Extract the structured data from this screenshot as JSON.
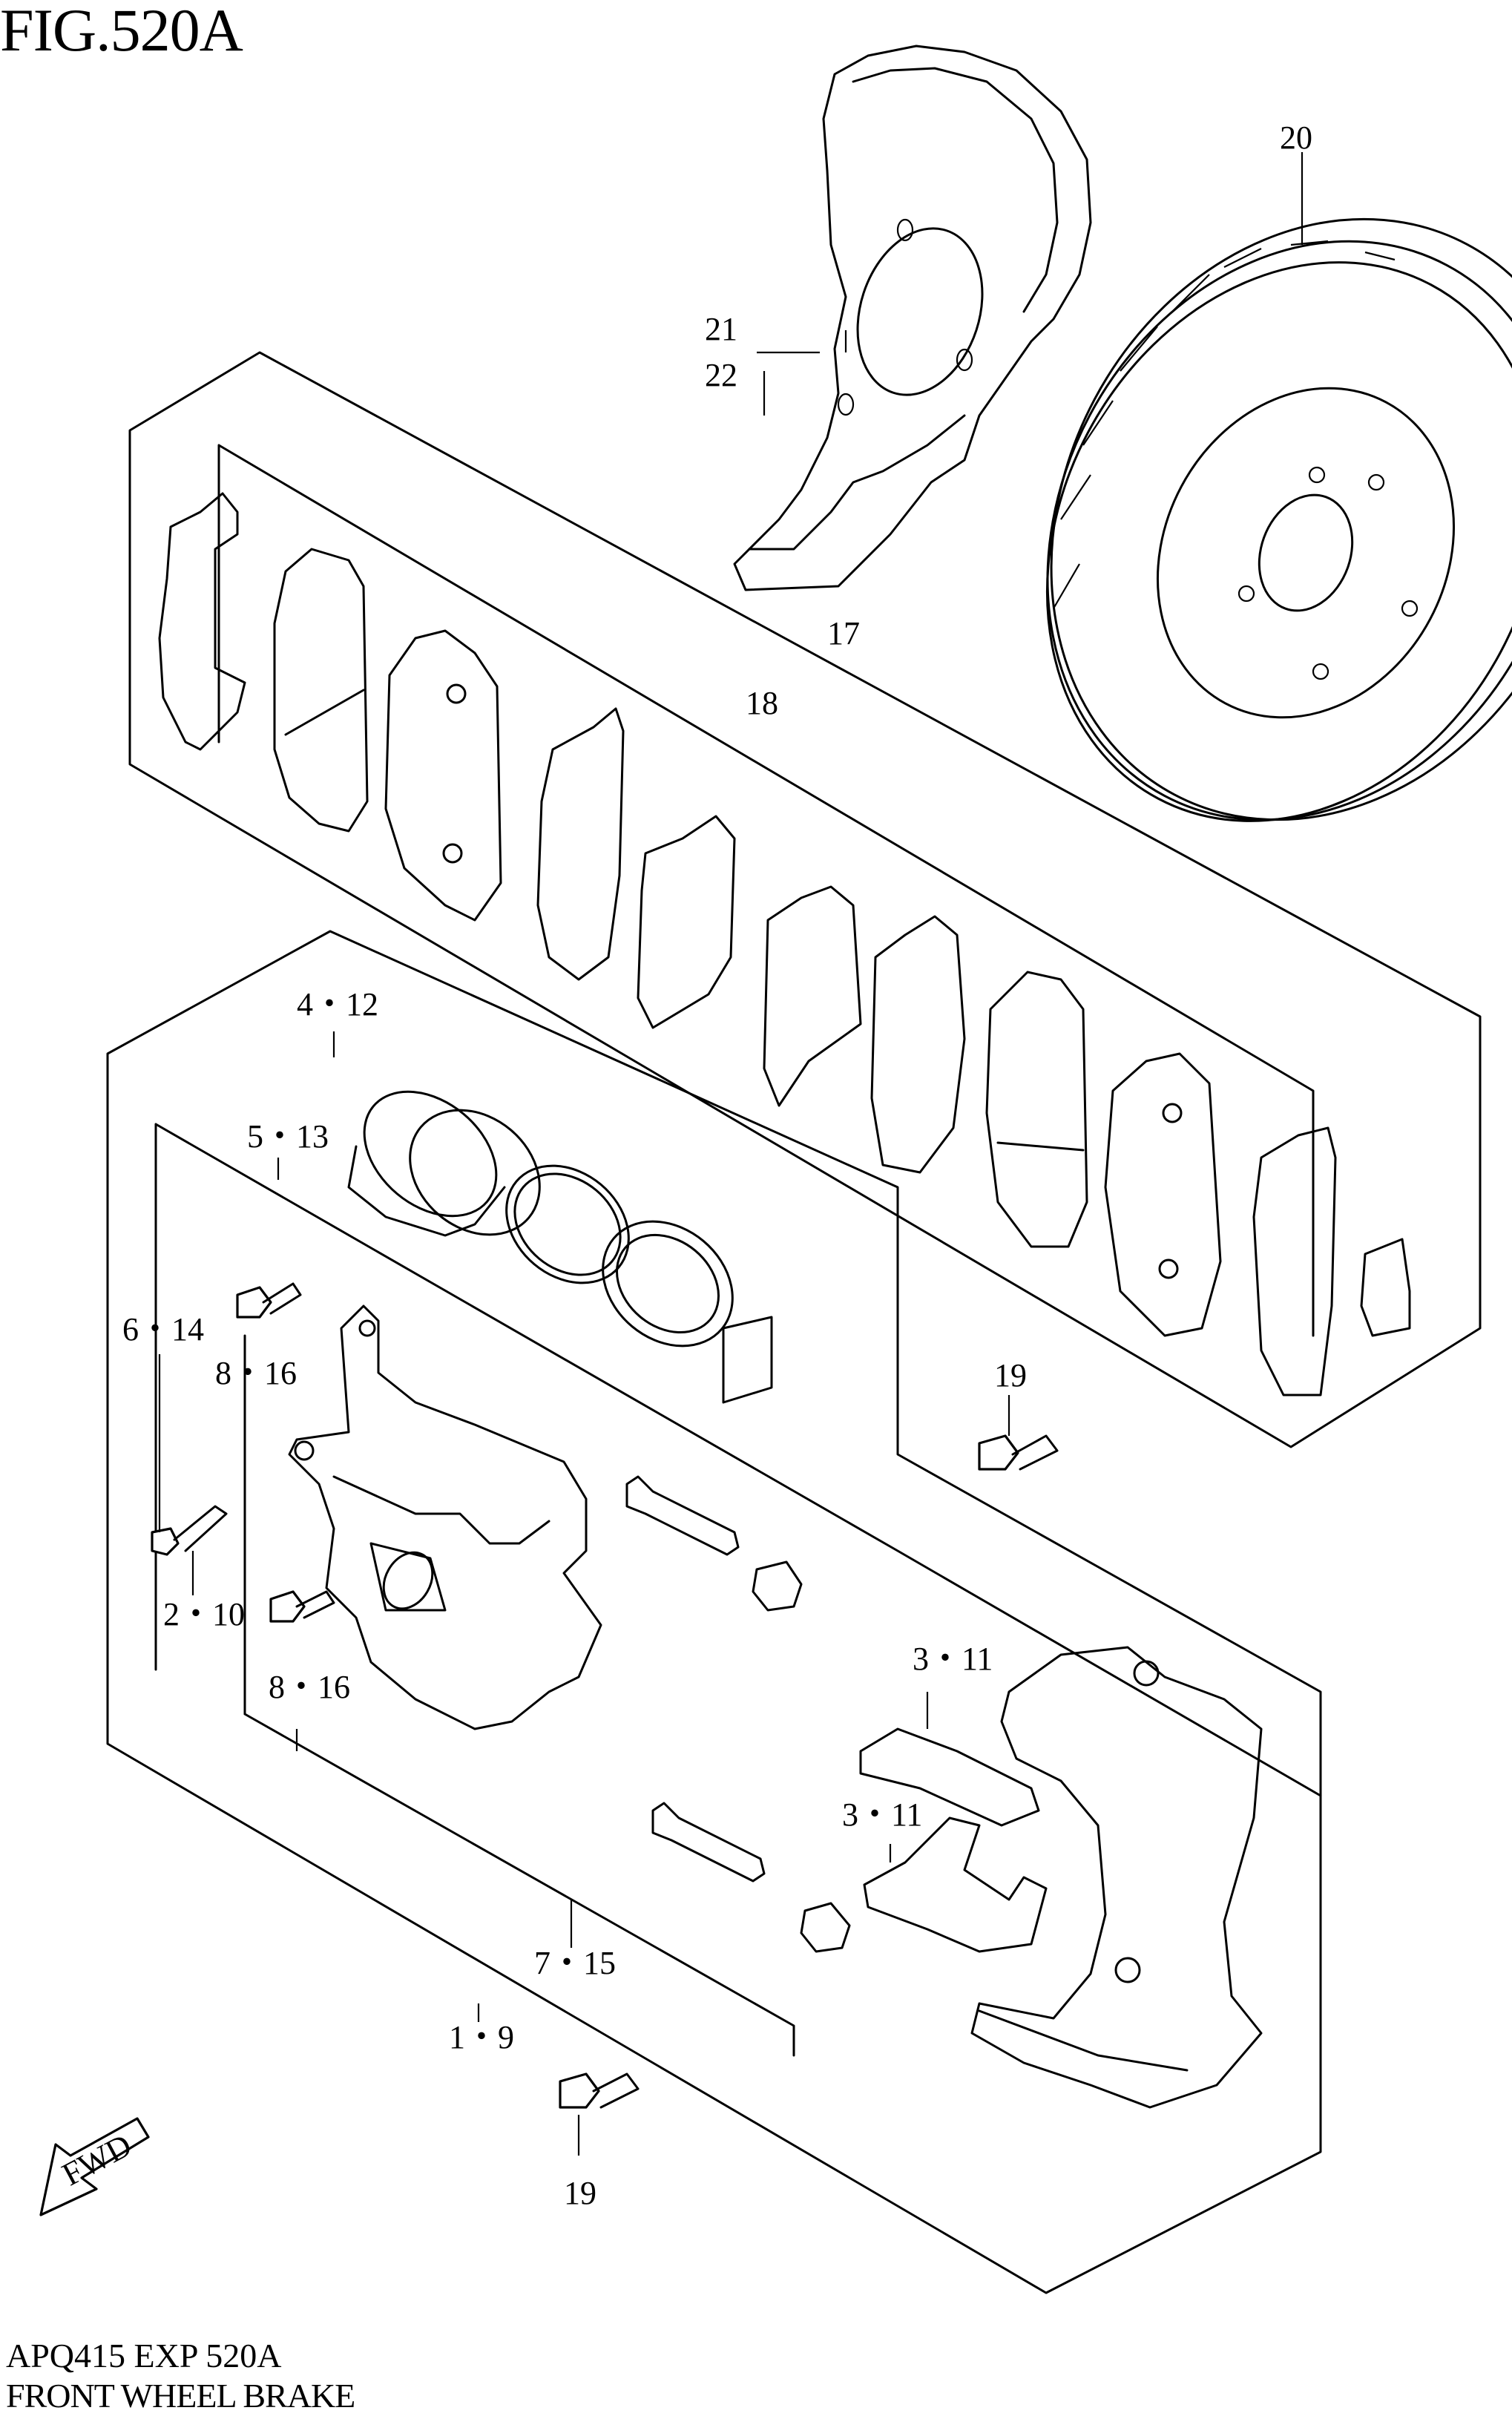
{
  "figure": {
    "title": "FIG.520A"
  },
  "footer": {
    "code": "APQ415 EXP 520A",
    "name": "FRONT WHEEL BRAKE"
  },
  "fwd_arrow": {
    "label": "FWD"
  },
  "callouts": [
    {
      "id": "c20",
      "text": "20"
    },
    {
      "id": "c21",
      "text": "21"
    },
    {
      "id": "c22",
      "text": "22"
    },
    {
      "id": "c17",
      "text": "17"
    },
    {
      "id": "c18",
      "text": "18"
    },
    {
      "id": "c4",
      "text": "4・12"
    },
    {
      "id": "c5",
      "text": "5・13"
    },
    {
      "id": "c6",
      "text": "6・14"
    },
    {
      "id": "c8a",
      "text": "8・16"
    },
    {
      "id": "c2",
      "text": "2・10"
    },
    {
      "id": "c8b",
      "text": "8・16"
    },
    {
      "id": "c19a",
      "text": "19"
    },
    {
      "id": "c3a",
      "text": "3・11"
    },
    {
      "id": "c3b",
      "text": "3・11"
    },
    {
      "id": "c7",
      "text": "7・15"
    },
    {
      "id": "c1",
      "text": "1・9"
    },
    {
      "id": "c19b",
      "text": "19"
    }
  ]
}
